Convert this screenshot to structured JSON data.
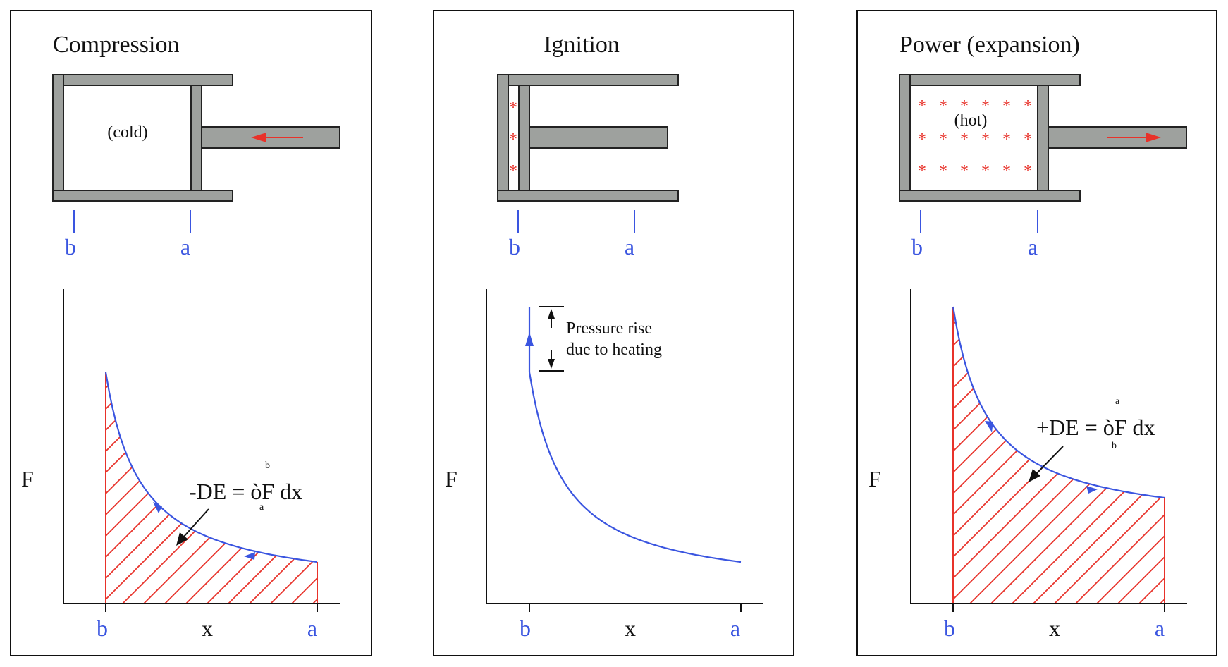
{
  "panels": [
    {
      "title": "Compression",
      "gas_label": "(cold)",
      "position_labels": [
        "b",
        "a"
      ],
      "axis": {
        "y": "F",
        "x": "x",
        "x_ticks": [
          "b",
          "a"
        ]
      },
      "equation": {
        "main": "-DE = òF dx",
        "upper_limit": "b",
        "lower_limit": "a"
      }
    },
    {
      "title": "Ignition",
      "position_labels": [
        "b",
        "a"
      ],
      "axis": {
        "y": "F",
        "x": "x",
        "x_ticks": [
          "b",
          "a"
        ]
      },
      "annotation": [
        "Pressure rise",
        "due to heating"
      ]
    },
    {
      "title": "Power (expansion)",
      "gas_label": "(hot)",
      "position_labels": [
        "b",
        "a"
      ],
      "axis": {
        "y": "F",
        "x": "x",
        "x_ticks": [
          "b",
          "a"
        ]
      },
      "equation": {
        "main": "+DE = òF dx",
        "upper_limit": "a",
        "lower_limit": "b"
      }
    }
  ],
  "colors": {
    "metal": "#9ea19e",
    "curve": "#3a55e0",
    "hatch": "#e8322a",
    "arrow": "#e8322a"
  }
}
